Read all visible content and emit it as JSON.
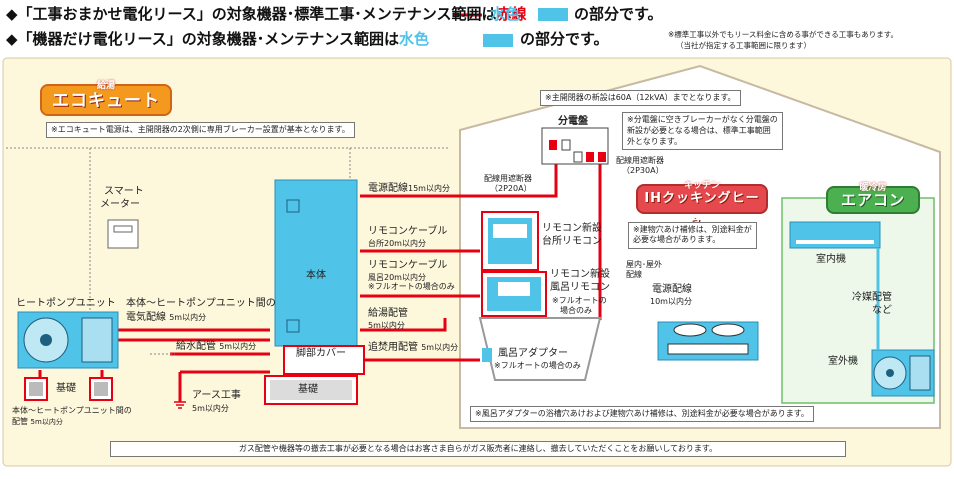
{
  "header": {
    "line1_a": "◆「工事おまかせ電化リース」の対象機器･標準工事･メンテナンス範囲は",
    "line1_red": "赤線",
    "line1_aqua": "水色",
    "line1_b": "の部分です。",
    "line2_a": "◆「機器だけ電化リース」の対象機器･メンテナンス範囲は",
    "line2_aqua": "水色",
    "line2_b": "の部分です。",
    "note_a": "※標準工事以外でもリース料金に含める事ができる工事もあります。",
    "note_b": "（当社が指定する工事範囲に限ります）"
  },
  "ecocute": {
    "small": "給湯",
    "title": "エコキュート",
    "note": "※エコキュート電源は、主開閉器の2次側に専用ブレーカー設置が基本となります。"
  },
  "smart_meter": {
    "l1": "スマート",
    "l2": "メーター"
  },
  "main_breaker_note": "※主開閉器の新設は60A（12kVA）までとなります。",
  "panel": {
    "label": "分電盤",
    "note_1": "※分電盤に空きブレーカーがなく分電盤の",
    "note_2": "新設が必要となる場合は、標準工事範囲",
    "note_3": "外となります。",
    "breaker_right_1": "配線用遮断器",
    "breaker_right_2": "（2P30A）",
    "breaker_left_1": "配線用遮断器",
    "breaker_left_2": "（2P20A）"
  },
  "ih": {
    "small": "キッチン",
    "title": "IHクッキングヒーター",
    "note_1": "※建物穴あけ補修は、別途料金が",
    "note_2": "必要な場合があります。",
    "indoor_1": "屋内･屋外",
    "indoor_2": "配線",
    "wire_1": "電源配線",
    "wire_2": "10m以内分"
  },
  "aircon": {
    "small": "暖冷房",
    "title": "エアコン",
    "indoor": "室内機",
    "refrig_1": "冷媒配管",
    "refrig_2": "など",
    "outdoor": "室外機"
  },
  "unit": {
    "body": "本体",
    "foot_cover": "脚部カバー",
    "foundation": "基礎"
  },
  "lines": {
    "power": "電源配線",
    "power_len": "15m以内分",
    "remote_1": "リモコンケーブル",
    "remote_1_len": "台所20m以内分",
    "remote_2": "リモコンケーブル",
    "remote_2_len": "風呂20m以内分",
    "remote_2_note": "※フルオートの場合のみ",
    "hot_1": "給湯配管",
    "hot_2": "5m以内分",
    "reheat": "追焚用配管",
    "reheat_len": "5m以内分",
    "water": "給水配管",
    "water_len": "5m以内分",
    "earth": "アース工事",
    "earth_len": "5m以内分"
  },
  "remote_kitchen": {
    "l1": "リモコン新設",
    "l2": "台所リモコン"
  },
  "remote_bath": {
    "l1": "リモコン新設",
    "l2": "風呂リモコン",
    "n1": "※フルオートの",
    "n2": "場合のみ"
  },
  "bath_adapter": {
    "title": "風呂アダプター",
    "note": "※フルオートの場合のみ"
  },
  "heat_pump": {
    "label": "ヒートポンプユニット",
    "wire_1": "本体～ヒートポンプユニット間の",
    "wire_2": "電気配線",
    "wire_2_len": "5m以内分",
    "foundation": "基礎",
    "pipe_1": "本体～ヒートポンプユニット間の",
    "pipe_2": "配管",
    "pipe_2_len": "5m以内分"
  },
  "bath_note": "※風呂アダプターの浴槽穴あけおよび建物穴あけ補修は、別途料金が必要な場合があります。",
  "footer": "ガス配管や機器等の撤去工事が必要となる場合はお客さま自らがガス販売者に連絡し、撤去していただくことをお願いしております。",
  "colors": {
    "red": "#e60012",
    "aqua": "#4fc3e8",
    "panel_bg": "#fdf7dc",
    "green": "#3aa54a",
    "orange": "#f39a1e"
  }
}
